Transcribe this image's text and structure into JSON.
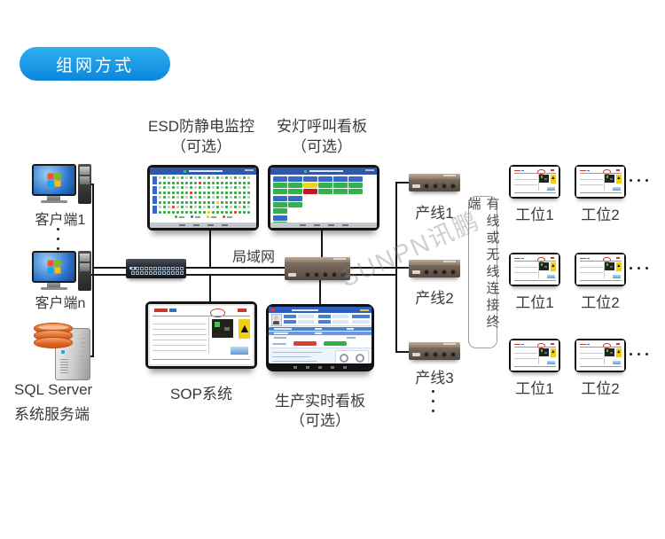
{
  "badge": {
    "label": "组网方式"
  },
  "watermark": {
    "text": "SUNPN讯鹏"
  },
  "lan_label": "局域网",
  "clients": {
    "client1": "客户端1",
    "clientn": "客户端n"
  },
  "server": {
    "line1": "SQL  Server",
    "line2": "系统服务端"
  },
  "monitors": {
    "esd": {
      "title": "ESD防静电监控",
      "subtitle": "（可选）"
    },
    "andon": {
      "title": "安灯呼叫看板",
      "subtitle": "（可选）"
    },
    "sop": {
      "title": "SOP系统"
    },
    "production": {
      "title": "生产实时看板",
      "subtitle": "（可选）"
    }
  },
  "production_lines": [
    {
      "label": "产线1"
    },
    {
      "label": "产线2"
    },
    {
      "label": "产线3"
    }
  ],
  "terminal_box": {
    "text": "有线或无线连接终端"
  },
  "stations": {
    "station1": "工位1",
    "station2": "工位2"
  },
  "palette": {
    "badge_top": "#2fb0f1",
    "badge_bottom": "#0b86dc",
    "line_color": "#161616",
    "screen_header_blue": "#2f57ab",
    "cell_blue": "#3a68c9",
    "status_green": "#2fb34a",
    "status_yellow": "#f2d410",
    "status_red": "#c4161e",
    "esd_dot_green": "#2fae43",
    "esd_dot_red": "#e03a2e",
    "esd_dot_yellow": "#f3c812",
    "esd_dash_gray": "#c9c9c9",
    "router_body": "#6b5d51",
    "switch_body": "#23272c"
  },
  "esd_screen": {
    "groups": 4,
    "cols": 21,
    "legend": [
      "g",
      "b",
      "y",
      "r"
    ],
    "anomalies": [
      {
        "group": 0,
        "row": 1,
        "idx": 9,
        "color": "r"
      },
      {
        "group": 1,
        "row": 1,
        "idx": 7,
        "color": "r"
      },
      {
        "group": 2,
        "row": 1,
        "idx": 13,
        "color": "y"
      },
      {
        "group": 3,
        "row": 0,
        "idx": 3,
        "color": "r"
      },
      {
        "group": 3,
        "row": 1,
        "idx": 11,
        "color": "y"
      },
      {
        "group": 3,
        "row": 1,
        "idx": 17,
        "color": "r"
      }
    ]
  },
  "andon_screen": {
    "grid1": [
      [
        "b",
        "b",
        "b",
        "b",
        "b",
        "b"
      ],
      [
        "g",
        "g",
        "y",
        "g",
        "g",
        "g"
      ],
      [
        "g",
        "g",
        "r",
        "g",
        "g",
        "g"
      ]
    ],
    "grid2": [
      [
        "b",
        "b"
      ],
      [
        "g",
        "g"
      ],
      [
        "g"
      ]
    ],
    "grid3": [
      [
        "b"
      ],
      [
        "g"
      ]
    ]
  }
}
